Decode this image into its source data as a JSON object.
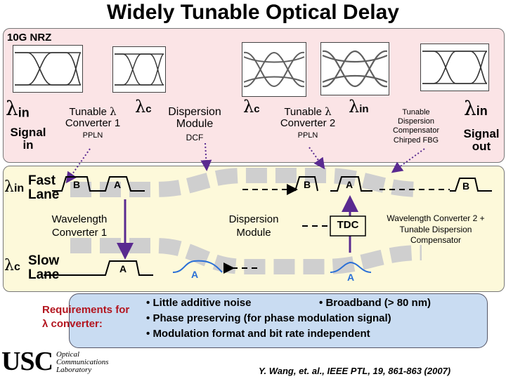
{
  "title": "Widely Tunable Optical Delay",
  "top_panel": {
    "nrz_label": "10G NRZ",
    "lambda_in_1": {
      "sym": "λ",
      "sub": "in"
    },
    "signal_in": [
      "Signal",
      "in"
    ],
    "converter1": {
      "line1_prefix": "Tunable ",
      "line1_sym": "λ",
      "line2": "Converter 1",
      "sub": "PPLN"
    },
    "lambda_c_1": {
      "sym": "λ",
      "sub": "c"
    },
    "dispersion_module": {
      "line1": "Dispersion",
      "line2": "Module",
      "sub": "DCF"
    },
    "lambda_c_2": {
      "sym": "λ",
      "sub": "c"
    },
    "converter2": {
      "line1_prefix": "Tunable ",
      "line1_sym": "λ",
      "line2": "Converter 2",
      "sub": "PPLN"
    },
    "lambda_in_2": {
      "sym": "λ",
      "sub": "in"
    },
    "tdc": {
      "line1": "Tunable",
      "line2": "Dispersion",
      "line3": "Compensator",
      "line4": "Chirped FBG"
    },
    "lambda_in_3": {
      "sym": "λ",
      "sub": "in"
    },
    "signal_out": [
      "Signal",
      "out"
    ]
  },
  "mid_panel": {
    "fast_lane": {
      "sym": "λ",
      "sub": "in",
      "line1": "Fast",
      "line2": "Lane"
    },
    "slow_lane": {
      "sym": "λ",
      "sub": "c",
      "line1": "Slow",
      "line2": "Lane"
    },
    "wavelength_converter_1": [
      "Wavelength",
      "Converter 1"
    ],
    "dispersion_module": [
      "Dispersion",
      "Module"
    ],
    "tdc_box": "TDC",
    "wc2_label": [
      "Wavelength Converter 2 +",
      "Tunable Dispersion",
      "Compensator"
    ],
    "pulse_labels": {
      "B1": "B",
      "A1": "A",
      "A_slow": "A",
      "A_disp": "A",
      "B_disp": "B",
      "A_tdc": "A",
      "A_tdc_low": "A",
      "B_out": "B"
    }
  },
  "requirements": {
    "heading": [
      "Requirements for",
      "λ converter:"
    ],
    "bullets": [
      "Little additive noise",
      "Broadband (> 80 nm)",
      "Phase preserving (for phase modulation signal)",
      "Modulation format and bit rate independent"
    ],
    "bullet_char": "•"
  },
  "footer": {
    "logo": "USC",
    "lab": [
      "Optical",
      "Communications",
      "Laboratory"
    ],
    "citation": "Y. Wang, et. al., IEEE PTL, 19, 861-863 (2007)"
  },
  "colors": {
    "top_panel_bg": "#fbe4e6",
    "mid_panel_bg": "#fdf9da",
    "req_panel_bg": "#c9dcf2",
    "arrow_purple": "#5a2a90",
    "pulse_blue": "#2a6fd6",
    "dashed_gray": "#cfcfcf"
  }
}
